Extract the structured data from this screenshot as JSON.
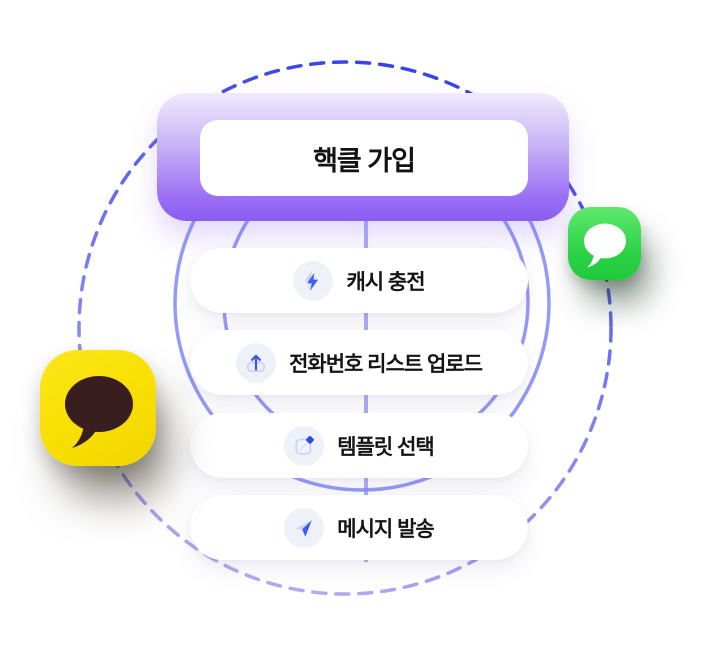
{
  "diagram": {
    "title_flow": "messaging-onboarding-flow",
    "header": {
      "label": "핵클 가입"
    },
    "steps": [
      {
        "label": "캐시 충전",
        "icon": "lightning-icon"
      },
      {
        "label": "전화번호 리스트 업로드",
        "icon": "upload-icon"
      },
      {
        "label": "템플릿 선택",
        "icon": "template-icon"
      },
      {
        "label": "메시지 발송",
        "icon": "send-icon"
      }
    ],
    "badges": [
      {
        "name": "kakaotalk-icon",
        "background": "#F8DF00",
        "bubble": "#381E1F"
      },
      {
        "name": "imessage-icon",
        "background": "#2ED348",
        "bubble": "#FFFFFF"
      }
    ],
    "colors": {
      "header_gradient_top": "#F1EBFC",
      "header_gradient_bottom": "#8A5CF2",
      "dashed_circle_strong": "#3540E8",
      "dashed_circle_light": "#B2ABF4",
      "solid_circle": "#8890F6",
      "connector_line": "#A9AFF8",
      "step_icon_background": "#EEF1F7",
      "accent_blue": "#3F5EF2",
      "accent_lavender": "#C9D2F7",
      "kakao_yellow": "#F8DF00",
      "kakao_brown": "#381E1F",
      "imessage_green": "#2ED348"
    }
  }
}
